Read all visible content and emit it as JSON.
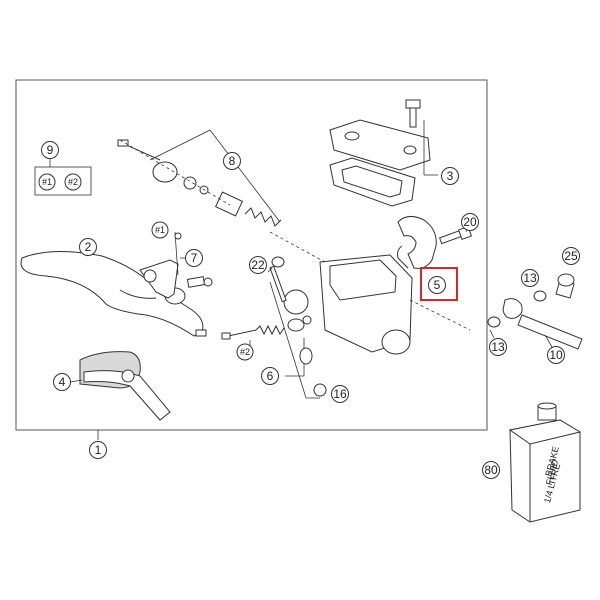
{
  "colors": {
    "highlight": "#d62828",
    "line": "#333333",
    "shade": "#d9d9d9"
  },
  "callouts": {
    "c1": "1",
    "c2": "2",
    "c3": "3",
    "c4": "4",
    "c5": "5",
    "c6": "6",
    "c7": "7",
    "c8": "8",
    "c9": "9",
    "c10": "10",
    "c13a": "13",
    "c13b": "13",
    "c16": "16",
    "c20": "20",
    "c22": "22",
    "c25": "25",
    "c80": "80"
  },
  "refs": {
    "r1_box": "#1",
    "r2_box": "#2",
    "r1_pin": "#1",
    "r2_spring": "#2"
  },
  "fluid_label": {
    "line1": "BRAKE",
    "line2": "FLUID",
    "line3": "1/4 LITRE"
  },
  "highlighted_part": "5"
}
